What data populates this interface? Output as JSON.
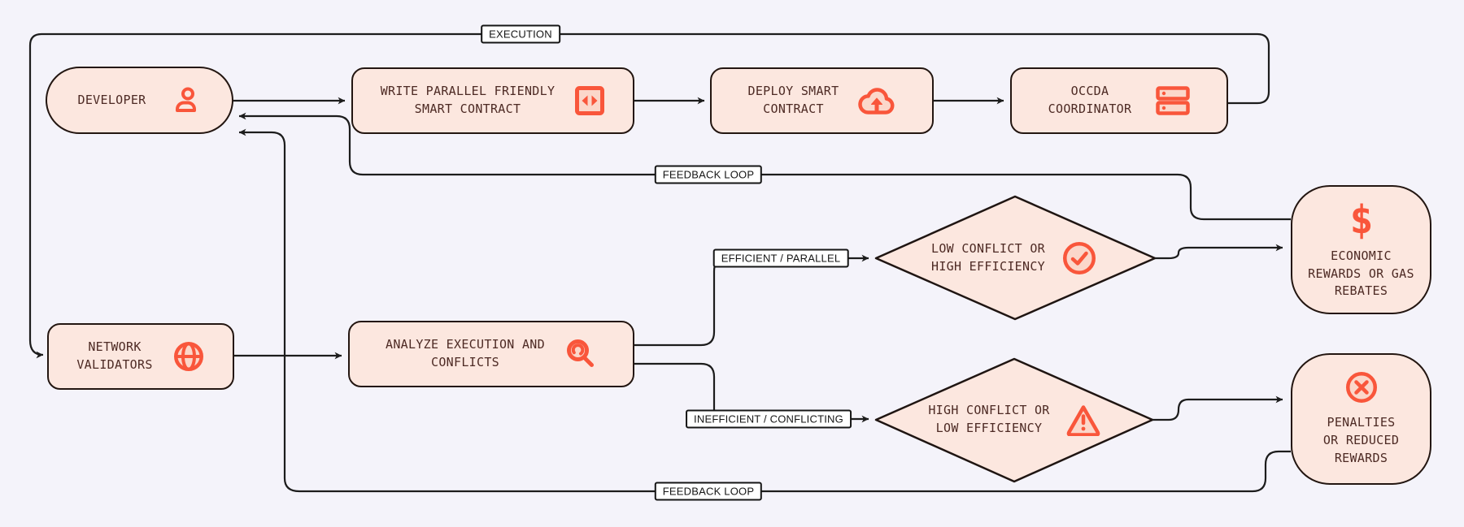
{
  "colors": {
    "background": "#f4f3fa",
    "node_fill": "#fce7df",
    "node_border": "#231611",
    "node_text": "#4d2a24",
    "accent": "#f9563b",
    "icon_inner_fill": "#fbd7ca",
    "edge_line": "#1c1c1c",
    "edge_label_bg": "#ffffff",
    "edge_label_text": "#151515"
  },
  "nodes": {
    "developer": {
      "label": "DEVELOPER",
      "icon": "person-icon"
    },
    "write_contract": {
      "label": "WRITE PARALLEL FRIENDLY\nSMART CONTRACT",
      "icon": "code-icon"
    },
    "deploy_contract": {
      "label": "DEPLOY SMART\nCONTRACT",
      "icon": "cloud-upload-icon"
    },
    "occda_coordinator": {
      "label": "OCCDA\nCOORDINATOR",
      "icon": "server-icon"
    },
    "network_validators": {
      "label": "NETWORK\nVALIDATORS",
      "icon": "globe-icon"
    },
    "analyze_execution": {
      "label": "ANALYZE EXECUTION AND\nCONFLICTS",
      "icon": "magnifier-icon"
    },
    "low_conflict": {
      "label": "LOW CONFLICT OR\nHIGH EFFICIENCY",
      "icon": "check-circle-icon"
    },
    "high_conflict": {
      "label": "HIGH CONFLICT OR\nLOW EFFICIENCY",
      "icon": "warning-icon"
    },
    "economic_rewards": {
      "label": "ECONOMIC\nREWARDS OR GAS\nREBATES",
      "icon": "dollar-icon"
    },
    "penalties": {
      "label": "PENALTIES\nOR REDUCED\nREWARDS",
      "icon": "x-circle-icon"
    }
  },
  "edge_labels": {
    "execution": "EXECUTION",
    "feedback_top": "FEEDBACK LOOP",
    "efficient": "EFFICIENT / PARALLEL",
    "inefficient": "INEFFICIENT / CONFLICTING",
    "feedback_bottom": "FEEDBACK LOOP"
  },
  "icons": {
    "dollar_glyph": "$"
  }
}
